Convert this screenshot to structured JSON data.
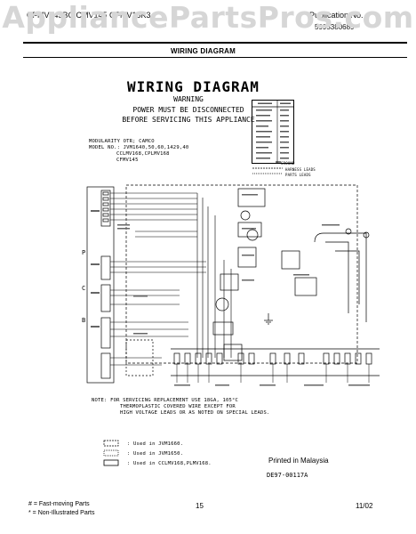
{
  "watermark": "AppliancePartsPros.com",
  "header": {
    "model_line": "CFMV145BC  CMV145  CFMV15K3",
    "publication_label": "Publication No.",
    "publication_number": "5995380689",
    "section_title": "WIRING DIAGRAM"
  },
  "diagram": {
    "title": "WIRING DIAGRAM",
    "warning": [
      "WARNING",
      "POWER MUST BE DISCONNECTED",
      "BEFORE SERVICING THIS APPLIANCE"
    ],
    "modularity": "MODULARITY OTR; CAMCO",
    "model_no": "MODEL NO.: JVM1640,50,60,1429,40",
    "model_no_2": "CCLMV168,CPLMV168",
    "model_no_3": "CFMV145",
    "legend_ground": "GROUND",
    "legend_harness": "HARNESS LEADS",
    "legend_parts": "PARTS LEADS",
    "note_1": "NOTE: FOR SERVICING REPLACEMENT USE 18GA, 105°C",
    "note_2": "THERMOPLASTIC COVERED WIRE EXCEPT FOR",
    "note_3": "HIGH VOLTAGE LEADS OR AS NOTED ON SPECIAL LEADS.",
    "used_1": ": Used in JVM1660.",
    "used_2": ": Used in JVM1650.",
    "used_3": ": Used in CCLMV168,PLMV168.",
    "printed": "Printed in Malaysia",
    "part_code": "DE97-00117A"
  },
  "footer": {
    "fast_moving": "# = Fast-moving Parts",
    "non_illustrated": "* = Non-Illustrated Parts",
    "page_number": "15",
    "date": "11/02"
  }
}
